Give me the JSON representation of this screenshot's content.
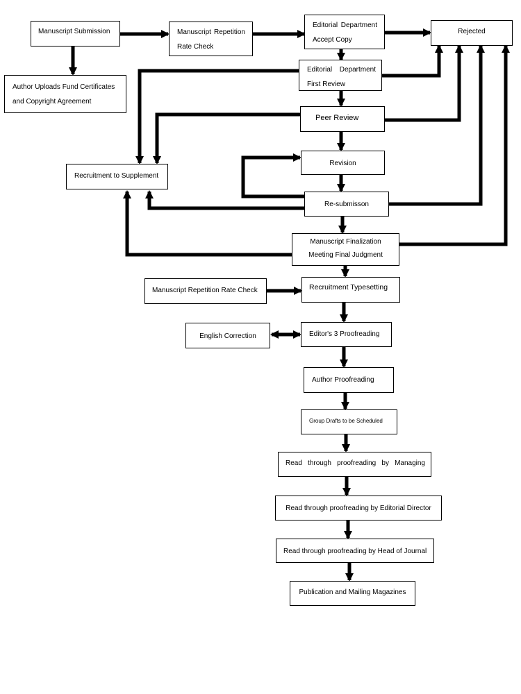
{
  "nodes": {
    "manuscript_submission": "Manuscript Submission",
    "repetition_rate_check": [
      "Manuscript   Repetition",
      "Rate Check"
    ],
    "accept_copy": [
      "Editorial   Department",
      "Accept Copy"
    ],
    "rejected": "Rejected",
    "author_uploads": [
      "Author Uploads Fund Certificates",
      "and Copyright Agreement"
    ],
    "first_review": [
      "Editorial     Department",
      "First Review"
    ],
    "peer_review": "Peer Review",
    "recruitment_supplement": "Recruitment to Supplement",
    "revision": "Revision",
    "resubmission": "Re-submisson",
    "finalization": [
      "Manuscript Finalization",
      "Meeting Final Judgment"
    ],
    "repetition_rate_check_2": "Manuscript Repetition Rate Check",
    "recruitment_typesetting": "Recruitment Typesetting",
    "english_correction": "English Correction",
    "editors_proofreading": "Editor's 3 Proofreading",
    "author_proofreading": "Author Proofreading",
    "group_drafts": "Group Drafts to be Scheduled",
    "read_managing": "Read    through    proofreading    by    Managing",
    "read_director": "Read through proofreading by Editorial Director",
    "read_head": "Read through proofreading by Head of Journal",
    "publication": "Publication and Mailing Magazines"
  }
}
